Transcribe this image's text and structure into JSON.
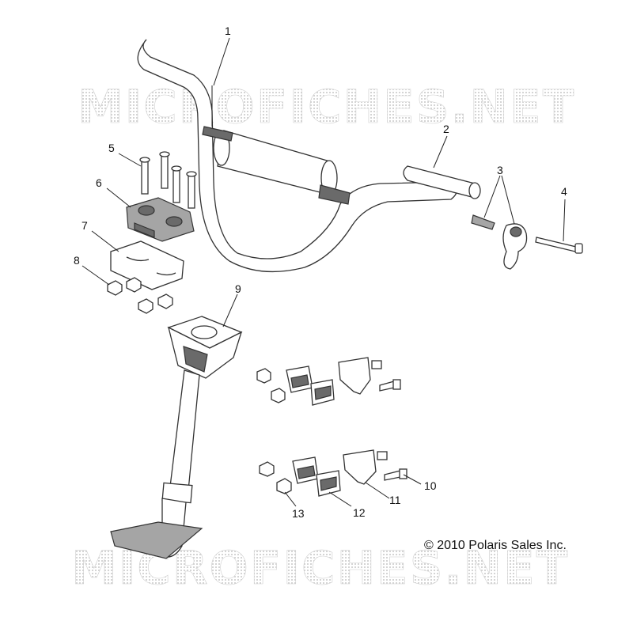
{
  "watermark": "MICROFICHES.NET",
  "copyright": "© 2010 Polaris Sales Inc.",
  "callouts": [
    "1",
    "2",
    "3",
    "4",
    "5",
    "6",
    "7",
    "8",
    "9",
    "10",
    "11",
    "12",
    "13"
  ],
  "colors": {
    "line": "#333333",
    "watermark": "#c8c8c8",
    "shade": "#6a6a6a"
  }
}
